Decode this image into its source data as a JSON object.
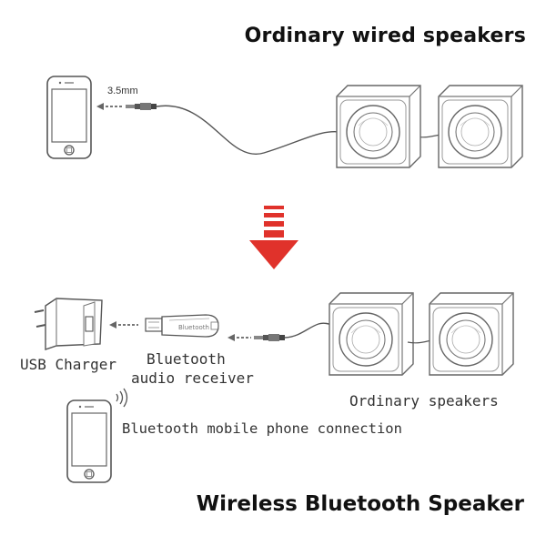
{
  "titles": {
    "top": "Ordinary wired speakers",
    "bottom": "Wireless Bluetooth Speaker"
  },
  "labels": {
    "jack_size": "3.5mm",
    "usb_charger": "USB Charger",
    "bt_line1": "Bluetooth",
    "bt_line2": "audio receiver",
    "ordinary_speakers": "Ordinary speakers",
    "phone_connection": "Bluetooth mobile phone connection"
  },
  "colors": {
    "arrow": "#e0322b",
    "line": "#555555"
  },
  "icons": [
    "smartphone-icon",
    "speaker-icon",
    "usb-charger-icon",
    "bluetooth-receiver-icon",
    "signal-waves-icon",
    "down-arrow-icon"
  ]
}
